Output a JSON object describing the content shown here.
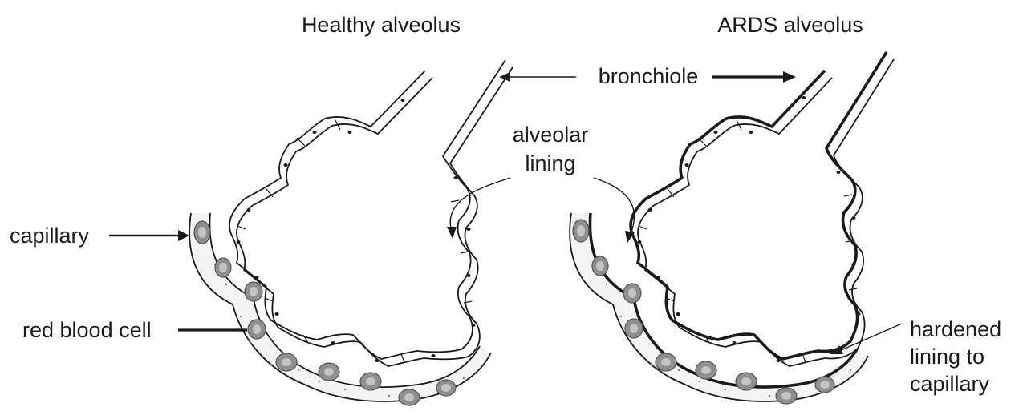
{
  "titles": {
    "healthy": "Healthy alveolus",
    "ards": "ARDS alveolus"
  },
  "labels": {
    "bronchiole": "bronchiole",
    "alveolar_lining_line1": "alveolar",
    "alveolar_lining_line2": "lining",
    "capillary": "capillary",
    "red_blood_cell": "red blood cell",
    "hardened_line1": "hardened",
    "hardened_line2": "lining to",
    "hardened_line3": "capillary"
  }
}
